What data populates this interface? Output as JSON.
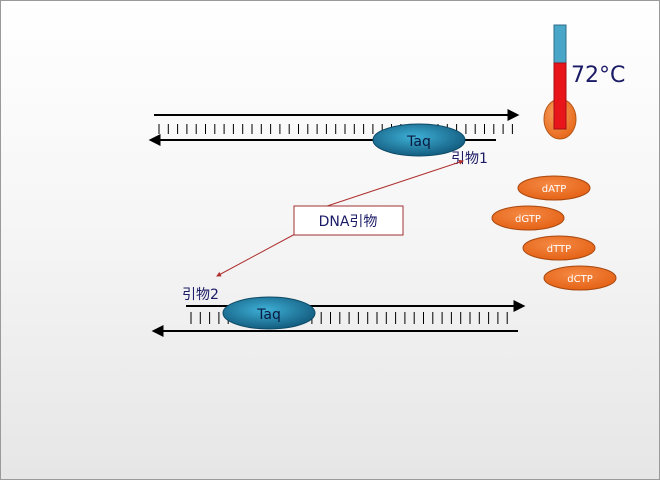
{
  "thermometer": {
    "temperature_label": "72°C",
    "tube_color": "#4aa6c9",
    "mercury_color": "#e8151b",
    "bulb_color": "#f07a2a"
  },
  "enzyme": {
    "label": "Taq",
    "color": "#1e7ea8"
  },
  "primers": {
    "primer1_label": "引物1",
    "primer2_label": "引物2",
    "box_label": "DNA引物"
  },
  "nucleotides": [
    {
      "label": "dATP"
    },
    {
      "label": "dGTP"
    },
    {
      "label": "dTTP"
    },
    {
      "label": "dCTP"
    }
  ],
  "colors": {
    "strand": "#000000",
    "nucleotide_fill": "#ef6a1f",
    "box_border": "#a03030",
    "pointer_arrow": "#b03030",
    "label_text": "#1a1a66"
  }
}
